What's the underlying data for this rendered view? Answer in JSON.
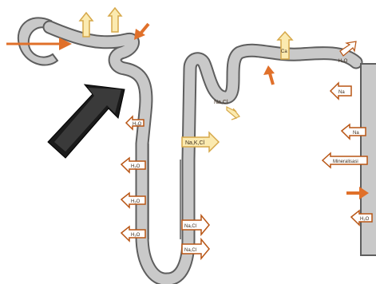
{
  "colors": {
    "tubule_fill": "#c9c9c9",
    "tubule_outline": "#5e5e5e",
    "arrow_orange": "#e0702a",
    "arrow_orange_outline": "#b85514",
    "arrow_out_fill": "#ffffff",
    "arrow_yellow_fill": "#fbeab0",
    "arrow_yellow_outline": "#d6a84a",
    "pointer_black": "#1a1a1a"
  },
  "labels": {
    "pct_h2o_1": "H₂O",
    "pct_h2o_2": "H₂O",
    "pct_h2o_3": "H₂O",
    "pct_h2o_4": "H₂O",
    "tal_na_k_cl": "Na,K,Cl",
    "dloop_na_cl_1": "Na,Cl",
    "dloop_na_cl_2": "Na,Cl",
    "dct_na_cl": "Na,Cl",
    "dct_ca": "Ca",
    "cd_h2o_top": "H₂O",
    "cd_na_1": "Na",
    "cd_na_2": "Na",
    "cd_mineral": "Mineralisasi",
    "cd_h2o_bottom": "H₂O"
  }
}
